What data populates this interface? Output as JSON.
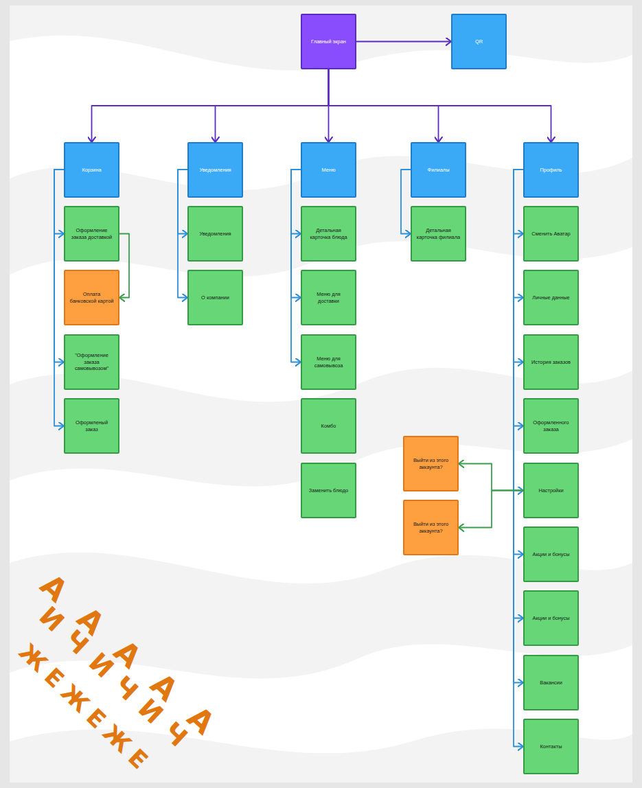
{
  "diagram": {
    "nodes": [
      {
        "text": [
          "Главный экран"
        ]
      },
      {
        "text": [
          "QR"
        ]
      },
      {
        "text": [
          "Корзина"
        ]
      },
      {
        "text": [
          "Оформление заказа доставкой"
        ]
      },
      {
        "text": [
          "Оплата банковской картой"
        ]
      },
      {
        "text": [
          "\"Оформление заказа самовывозом\""
        ]
      },
      {
        "text": [
          "Оформленый заказ"
        ]
      },
      {
        "text": [
          "Уведомления"
        ]
      },
      {
        "text": [
          "Уведомления"
        ]
      },
      {
        "text": [
          "О компании"
        ]
      },
      {
        "text": [
          "Меню"
        ]
      },
      {
        "text": [
          "Детальная карточка блюда"
        ]
      },
      {
        "text": [
          "Меню для доставки"
        ]
      },
      {
        "text": [
          "Меню для самовывоза"
        ]
      },
      {
        "text": [
          "Комбо"
        ]
      },
      {
        "text": [
          "Заменить блюдо"
        ]
      },
      {
        "text": [
          "Филиалы"
        ]
      },
      {
        "text": [
          "Детальная карточка филиала"
        ]
      },
      {
        "text": [
          "Профиль"
        ]
      },
      {
        "text": [
          "Сменить Аватар"
        ]
      },
      {
        "text": [
          "Личные данные"
        ]
      },
      {
        "text": [
          "История заказов"
        ]
      },
      {
        "text": [
          "Оформленного заказа"
        ]
      },
      {
        "text": [
          "Настройки"
        ]
      },
      {
        "text": [
          "Выйти из этого аккаунта?"
        ]
      },
      {
        "text": [
          "Выйти из этого аккаунта?"
        ]
      },
      {
        "text": [
          "Акции и бонусы"
        ]
      },
      {
        "text": [
          "Акции и бонусы"
        ]
      },
      {
        "text": [
          "Вакансии"
        ]
      },
      {
        "text": [
          "Контакты"
        ]
      }
    ],
    "edges": [
      {
        "from": 0,
        "to": 1,
        "arrow": "to"
      },
      {
        "from": 0,
        "to": 2,
        "arrow": "to"
      },
      {
        "from": 0,
        "to": 7,
        "arrow": "to"
      },
      {
        "from": 0,
        "to": 10,
        "arrow": "to"
      },
      {
        "from": 0,
        "to": 16,
        "arrow": "to"
      },
      {
        "from": 0,
        "to": 18,
        "arrow": "to"
      },
      {
        "from": 2,
        "to": 3,
        "arrow": "to"
      },
      {
        "from": 2,
        "to": 5,
        "arrow": "to"
      },
      {
        "from": 2,
        "to": 6,
        "arrow": "to"
      },
      {
        "from": 3,
        "to": 4,
        "arrow": "to"
      },
      {
        "from": 7,
        "to": 8,
        "arrow": "to"
      },
      {
        "from": 7,
        "to": 9,
        "arrow": "to"
      },
      {
        "from": 10,
        "to": 11,
        "arrow": "to"
      },
      {
        "from": 10,
        "to": 12,
        "arrow": "to"
      },
      {
        "from": 10,
        "to": 13,
        "arrow": "to"
      },
      {
        "from": 16,
        "to": 17,
        "arrow": "to"
      },
      {
        "from": 18,
        "to": 19,
        "arrow": "to"
      },
      {
        "from": 18,
        "to": 20,
        "arrow": "to"
      },
      {
        "from": 18,
        "to": 21,
        "arrow": "to"
      },
      {
        "from": 18,
        "to": 22,
        "arrow": "to"
      },
      {
        "from": 18,
        "to": 23,
        "arrow": "to"
      },
      {
        "from": 18,
        "to": 26,
        "arrow": "to"
      },
      {
        "from": 18,
        "to": 27,
        "arrow": "to"
      },
      {
        "from": 18,
        "to": 28,
        "arrow": "to"
      },
      {
        "from": 18,
        "to": 29,
        "arrow": "to"
      },
      {
        "from": 23,
        "to": 24,
        "arrow": "to"
      },
      {
        "from": 23,
        "to": 25,
        "arrow": "to"
      }
    ],
    "labels": [
      "ААААА",
      "ИЧИЧИЧ",
      "ЖЕЖЕЖЕ"
    ]
  }
}
